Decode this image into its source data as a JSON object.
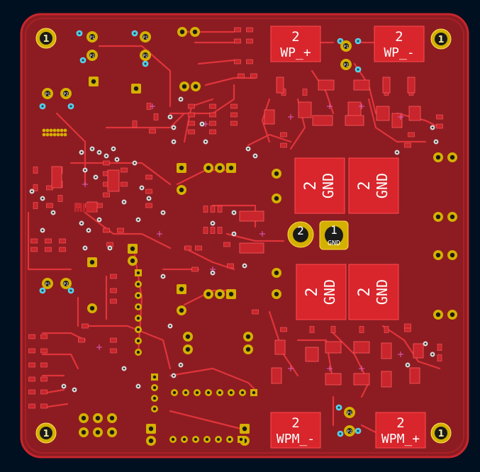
{
  "colors": {
    "background": "#001020",
    "board": "#8c1c22",
    "copper": "#c8262c",
    "trace": "#e0343a",
    "pad": "#d4b000",
    "via": "#3cc8e6",
    "text": "#ffffff",
    "silk": "#f0f0f0"
  },
  "mounting_holes": [
    {
      "label": "1"
    },
    {
      "label": "1"
    },
    {
      "label": "1"
    },
    {
      "label": "1"
    }
  ],
  "power_pads": [
    {
      "number": "2",
      "net": "WP_+"
    },
    {
      "number": "2",
      "net": "WP_-"
    },
    {
      "number": "2",
      "net": "WPM_-"
    },
    {
      "number": "2",
      "net": "WPM_+"
    }
  ],
  "gnd_pads": [
    {
      "number": "2",
      "net": "GND"
    },
    {
      "number": "2",
      "net": "GND"
    },
    {
      "number": "2",
      "net": "GND"
    },
    {
      "number": "2",
      "net": "GND"
    }
  ],
  "terminal": {
    "pin2": "2",
    "pin1": "1",
    "pin1_net": "GND"
  },
  "small_footprints": [
    {
      "a": "P1",
      "b": "P2"
    },
    {
      "a": "P1",
      "b": "P2"
    },
    {
      "a": "P1",
      "b": "P2"
    },
    {
      "a": "P1",
      "b": "P2"
    },
    {
      "a": "P1",
      "b": "P2"
    },
    {
      "a": "P1",
      "b": "P2"
    }
  ]
}
